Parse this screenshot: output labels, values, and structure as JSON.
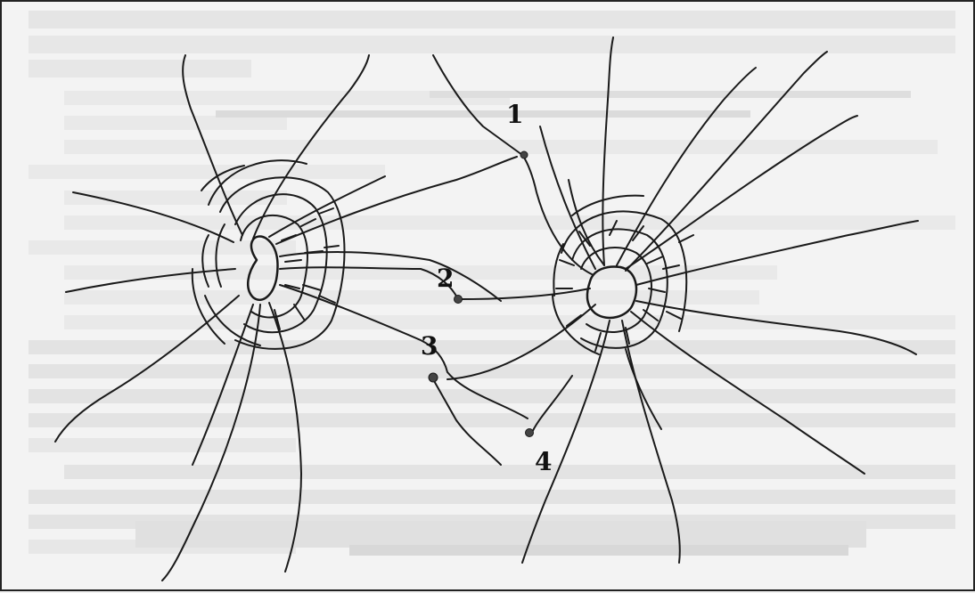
{
  "figure": {
    "labels": [
      {
        "id": "point-1",
        "text": "1"
      },
      {
        "id": "point-2",
        "text": "2"
      },
      {
        "id": "point-3",
        "text": "3"
      },
      {
        "id": "point-4",
        "text": "4"
      }
    ],
    "colors": {
      "ink": "#1a1a1a",
      "paper": "#f3f3f3",
      "bleed_text": "#b9b9b9",
      "point": "#444444"
    }
  }
}
